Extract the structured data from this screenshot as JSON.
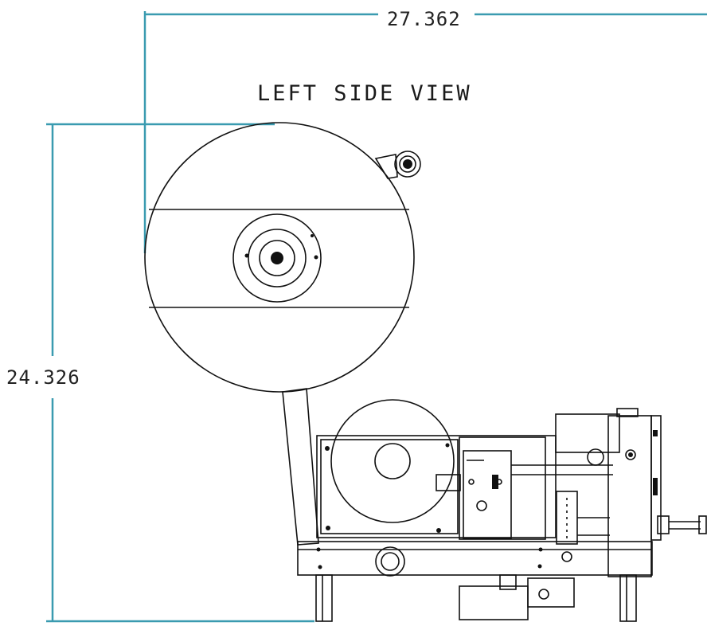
{
  "title": "LEFT SIDE VIEW",
  "dimensions": {
    "width": "27.362",
    "height": "24.326"
  },
  "colors": {
    "dimension_line": "#3a9bb0",
    "ink": "#111111",
    "background": "#ffffff"
  }
}
